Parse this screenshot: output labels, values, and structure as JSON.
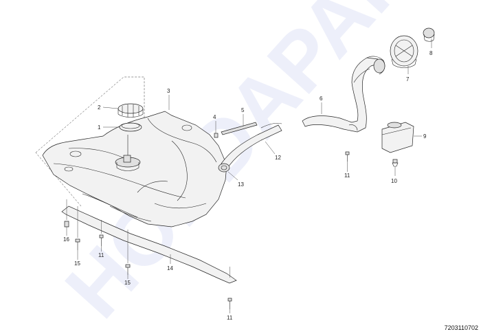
{
  "watermark": "HONDAPARTS",
  "diagram_code": "7203110702",
  "callouts": {
    "c1": "1",
    "c2": "2",
    "c3": "3",
    "c4": "4",
    "c5": "5",
    "c6": "6",
    "c7": "7",
    "c8": "8",
    "c9": "9",
    "c10": "10",
    "c11a": "11",
    "c11b": "11",
    "c11c": "11",
    "c12": "12",
    "c13": "13",
    "c14": "14",
    "c15a": "15",
    "c15b": "15",
    "c16": "16"
  }
}
